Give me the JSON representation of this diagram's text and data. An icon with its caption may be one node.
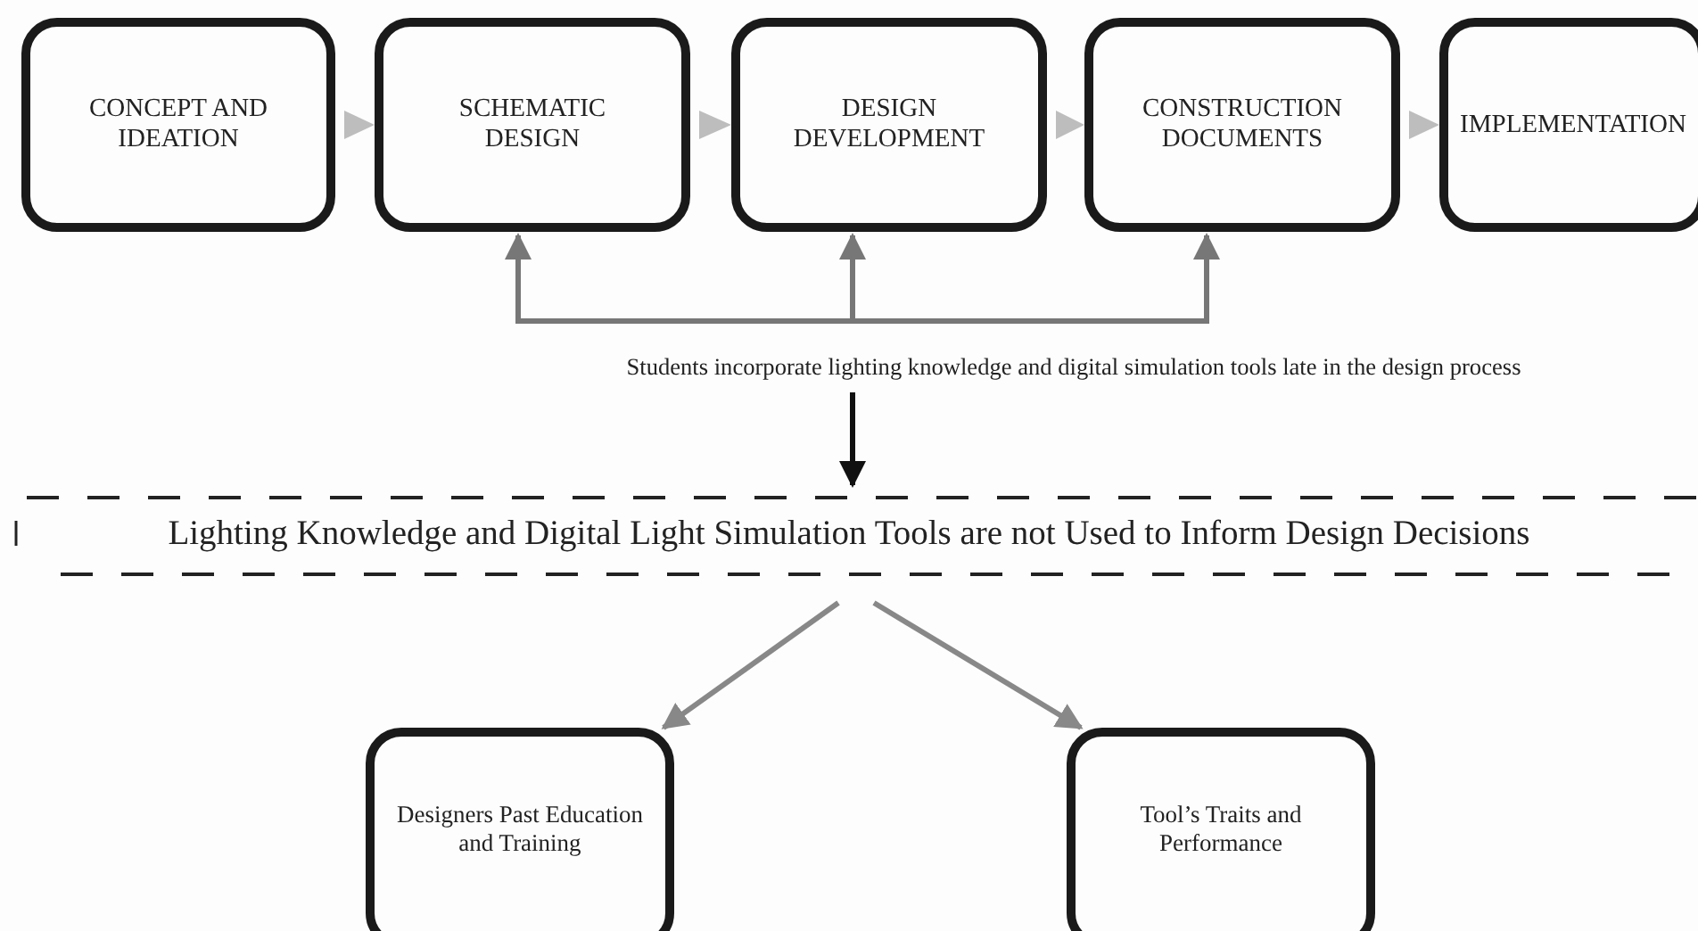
{
  "diagram": {
    "nodes": [
      {
        "text": [
          "CONCEPT AND IDEATION"
        ]
      },
      {
        "text": [
          "SCHEMATIC DESIGN"
        ]
      },
      {
        "text": [
          "DESIGN DEVELOPMENT"
        ]
      },
      {
        "text": [
          "CONSTRUCTION DOCUMENTS"
        ]
      },
      {
        "text": [
          "IMPLEMENTATION"
        ]
      },
      {
        "text": [
          "Students incorporate lighting knowledge and digital simulation tools late in the design process"
        ]
      },
      {
        "text": [
          "Lighting Knowledge and Digital Light Simulation Tools are not Used to Inform Design Decisions"
        ]
      },
      {
        "text": [
          "Designers Past Education and Training"
        ]
      },
      {
        "text": [
          "Tool’s Traits and Performance"
        ]
      }
    ],
    "edges": [
      {
        "from": 0,
        "to": 1,
        "arrow": "to",
        "color": "#bdbdbd"
      },
      {
        "from": 1,
        "to": 2,
        "arrow": "to",
        "color": "#bdbdbd"
      },
      {
        "from": 2,
        "to": 3,
        "arrow": "to",
        "color": "#bdbdbd"
      },
      {
        "from": 3,
        "to": 4,
        "arrow": "to",
        "color": "#bdbdbd"
      },
      {
        "from": 5,
        "to": 1,
        "arrow": "to",
        "color": "#777777"
      },
      {
        "from": 5,
        "to": 2,
        "arrow": "to",
        "color": "#777777"
      },
      {
        "from": 5,
        "to": 3,
        "arrow": "to",
        "color": "#777777"
      },
      {
        "from": 5,
        "to": 6,
        "arrow": "to",
        "color": "#111111"
      },
      {
        "from": 6,
        "to": 7,
        "arrow": "to",
        "color": "#888888"
      },
      {
        "from": 6,
        "to": 8,
        "arrow": "to",
        "color": "#888888"
      }
    ]
  }
}
